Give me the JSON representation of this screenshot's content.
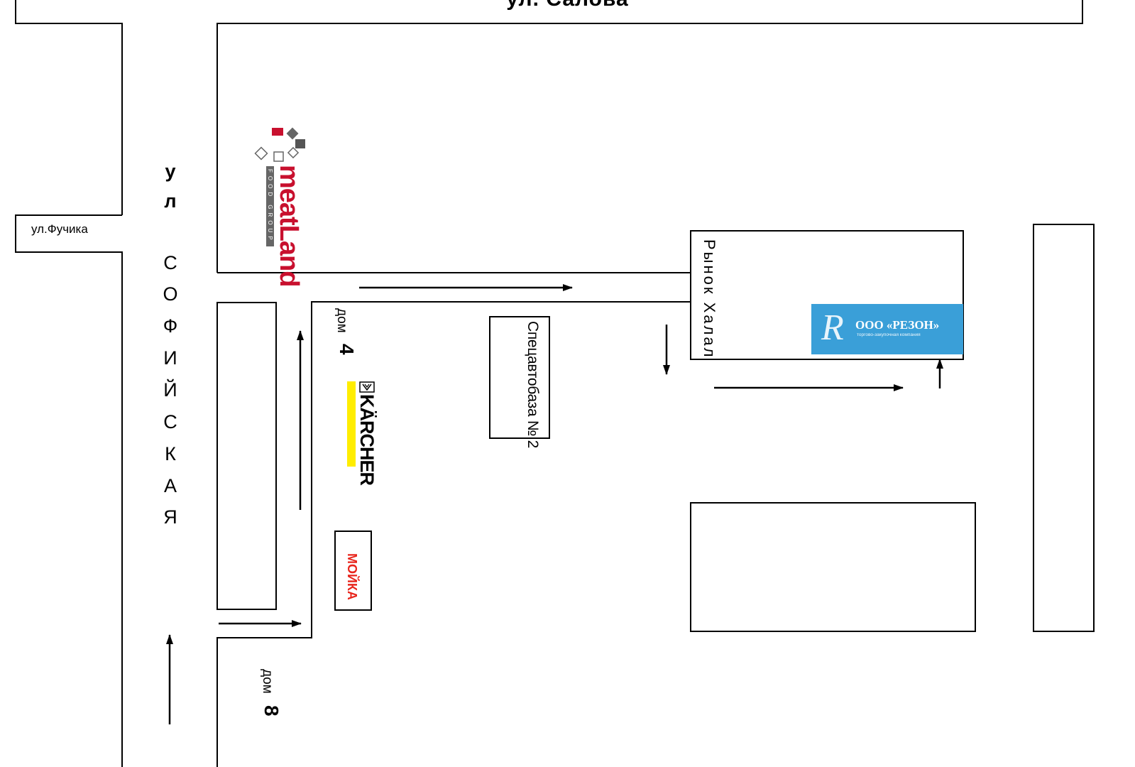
{
  "streets": {
    "top": "ул. Салова",
    "left_small": "ул.Фучика",
    "vertical_letters": [
      "у",
      "л",
      "С",
      "О",
      "Ф",
      "И",
      "Й",
      "С",
      "К",
      "А",
      "Я"
    ]
  },
  "houses": {
    "dom4_label": "дом",
    "dom4_number": "4",
    "dom8_label": "дом",
    "dom8_number": "8"
  },
  "places": {
    "specavtobaza": "Спецавтобаза № 2",
    "rynok": "Рынок Халал",
    "moika": "МОЙКА"
  },
  "logos": {
    "meatland_name": "meatLand",
    "meatland_sub": "FOOD GROUP",
    "karcher_name": "KÄRCHER",
    "rezon_letter": "R",
    "rezon_name": "ООО «РЕЗОН»",
    "rezon_sub": "торгово-закупочная компания"
  },
  "colors": {
    "meatland_red": "#c8102e",
    "karcher_yellow": "#ffed00",
    "moika_red": "#e8251c",
    "rezon_blue": "#3a9fd8"
  }
}
